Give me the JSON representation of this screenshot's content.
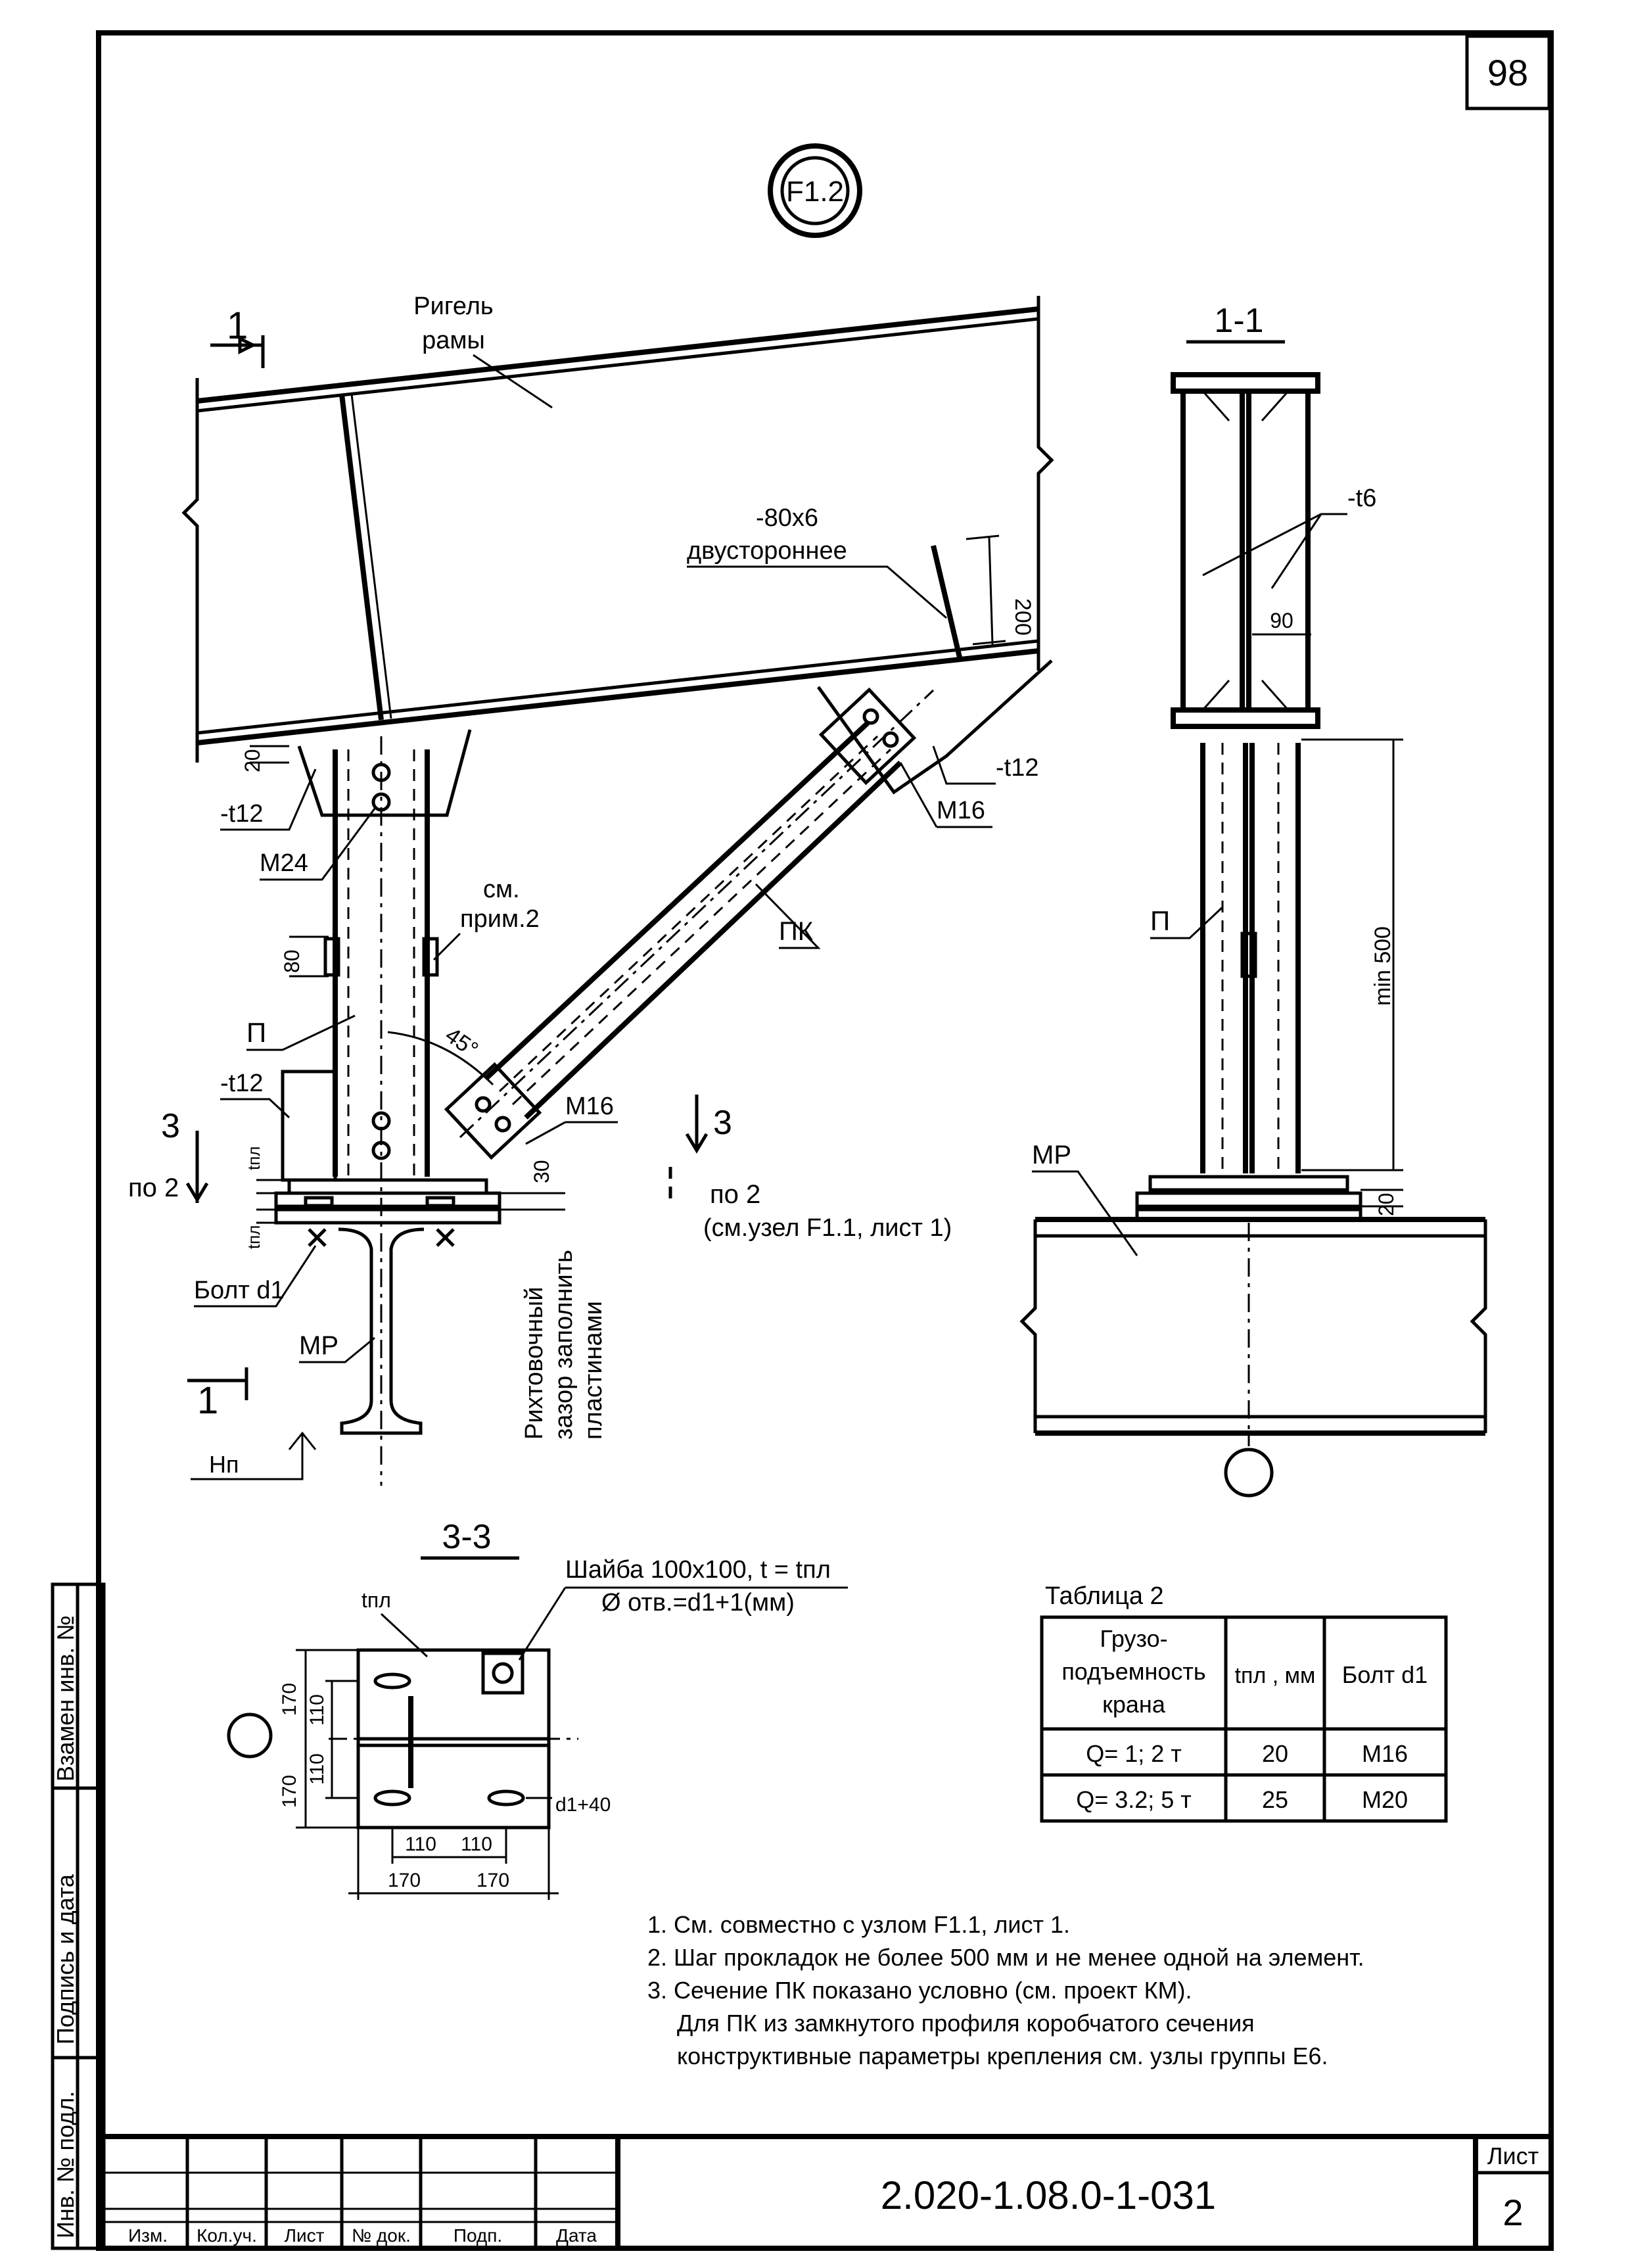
{
  "sheet": {
    "page_number": "98",
    "node_id": "F1.2",
    "section_1_1_title": "1-1",
    "section_3_3_title": "3-3",
    "section_mark_1": "1",
    "section_mark_3": "3",
    "view_mark_2_left": "по 2",
    "view_mark_2_right": "по 2",
    "view_ref": "(см.узел F1.1, лист 1)"
  },
  "main_view": {
    "rigel_label": [
      "Ригель",
      "рамы"
    ],
    "stiffener_note": "-80х6",
    "stiffener_note2": "двустороннее",
    "dim_200": "200",
    "plate_t12_right": "-t12",
    "bolt_m16_top": "M16",
    "pk_label": "ПК",
    "dim_20": "20",
    "plate_t12_left": "-t12",
    "bolt_m24": "M24",
    "see_note": "см.",
    "see_note2": "прим.2",
    "dim_80": "80",
    "p_label": "П",
    "angle": "45°",
    "plate_t12_bottom": "-t12",
    "bolt_m16_bottom": "M16",
    "tpl_upper": "tпл",
    "tpl_lower": "tпл",
    "dim_30": "30",
    "bolt_d1": "Болт d1",
    "mr_label": "МР",
    "hp_label": "Нп",
    "gap_note": [
      "Рихтовочный",
      "зазор заполнить",
      "пластинами"
    ]
  },
  "section_1_1": {
    "t6_label": "-t6",
    "dim_90": "90",
    "p_label": "П",
    "min_500": "min 500",
    "mr_label": "МР",
    "dim_20": "20"
  },
  "section_3_3": {
    "tpl_label": "tпл",
    "washer_note": "Шайба 100х100, t = tпл",
    "hole_note": "Ø отв.=d1+1(мм)",
    "dim_170_v1": "170",
    "dim_110_v1": "110",
    "dim_110_v2": "110",
    "dim_170_v2": "170",
    "dim_d1_40": "d1+40",
    "dim_110_h1": "110",
    "dim_110_h2": "110",
    "dim_170_h1": "170",
    "dim_170_h2": "170"
  },
  "table2": {
    "caption": "Таблица 2",
    "headers": [
      "Грузо-",
      "подъемность",
      "крана",
      "tпл , мм",
      "Болт d1"
    ],
    "rows": [
      [
        "Q= 1; 2 т",
        "20",
        "M16"
      ],
      [
        "Q= 3.2; 5 т",
        "25",
        "M20"
      ]
    ]
  },
  "notes": [
    "1. См. совместно с узлом F1.1, лист 1.",
    "2. Шаг прокладок не более 500 мм и не менее одной на элемент.",
    "3. Сечение ПК показано условно (см. проект КМ).",
    "Для  ПК из замкнутого профиля коробчатого сечения",
    "конструктивные параметры крепления см. узлы группы Е6."
  ],
  "side_stamp": [
    "Взамен инв. №",
    "Подпись и дата",
    "Инв. № подл."
  ],
  "title_block": {
    "doc_code": "2.020-1.08.0-1-031",
    "sheet_label": "Лист",
    "sheet_no": "2",
    "cols": [
      "Изм.",
      "Кол.уч.",
      "Лист",
      "№ док.",
      "Подп.",
      "Дата"
    ]
  }
}
